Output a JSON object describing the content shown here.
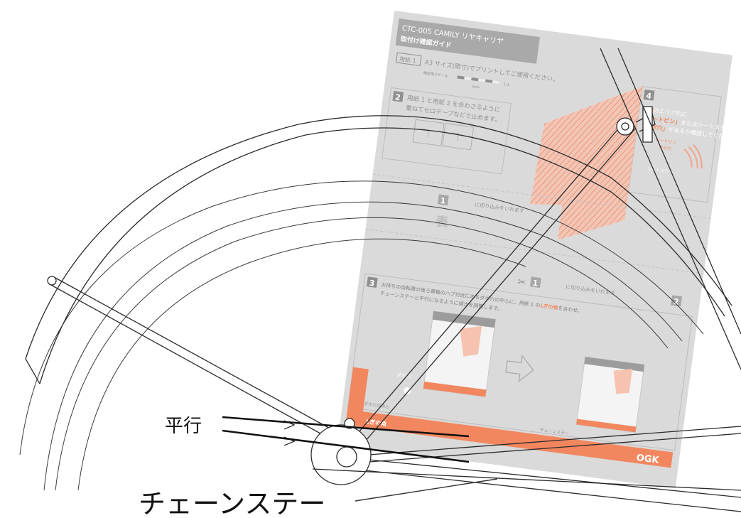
{
  "sheet": {
    "title_line1": "CTC-005  CAMILY リヤキャリヤ",
    "title_line2": "取付け確認ガイド",
    "paper1_tag": "用紙 1",
    "paper1_text": "A3 サイズ(原寸)でプリントしてご使用ください。",
    "scale_label": "確認用スケール",
    "scale_unit": "5cm",
    "scale_ratio": "1:1",
    "step2_num": "2",
    "step2_text_line1": "用紙 1 と用紙 2 を合わさるように",
    "step2_text_line2": "重ねてセロテープなどで止めます。",
    "step1_num": "1",
    "front_label": "表",
    "cut_text": "に切り込みをいれます",
    "step1b_num": "1",
    "cut_text_b": "に切り込みをいれます",
    "step2b_num": "2",
    "step3_num": "3",
    "step3_line1": "お持ちの自転車の後ろ車輪のハブ付近にあるダボ穴の中心に、用紙 1 の",
    "step3_highlight": "Lぎの角",
    "step3_line1_end": "を合わせ、",
    "step3_line2": "チェーンステーと平行になるように傾きを調整します。",
    "dabo_label": "ダボ穴",
    "dabo_center": "ダボ穴の中心",
    "chain_stay_small": "チェーンステー",
    "corner_label": "Lぎの角",
    "step4_num": "4",
    "step4_hl1": "斜線",
    "step4_text1": "のエリア内に",
    "step4_hl2": "「シートピン」",
    "step4_text2": "またはシートステーに",
    "step4_hl3": "「ダボ穴」",
    "step4_text3": "があるか確認してください。",
    "seat_pin_label": "シートピン",
    "dabo_label_2": "ダボ穴",
    "seat_stay_label": "シートステー",
    "brand": "OGK",
    "colors": {
      "sheet_bg": "#dadada",
      "accent": "#f2875f",
      "hatch": "#f2a48a"
    }
  },
  "callouts": {
    "parallel": "平行",
    "chain_stay": "チェーンステー"
  }
}
